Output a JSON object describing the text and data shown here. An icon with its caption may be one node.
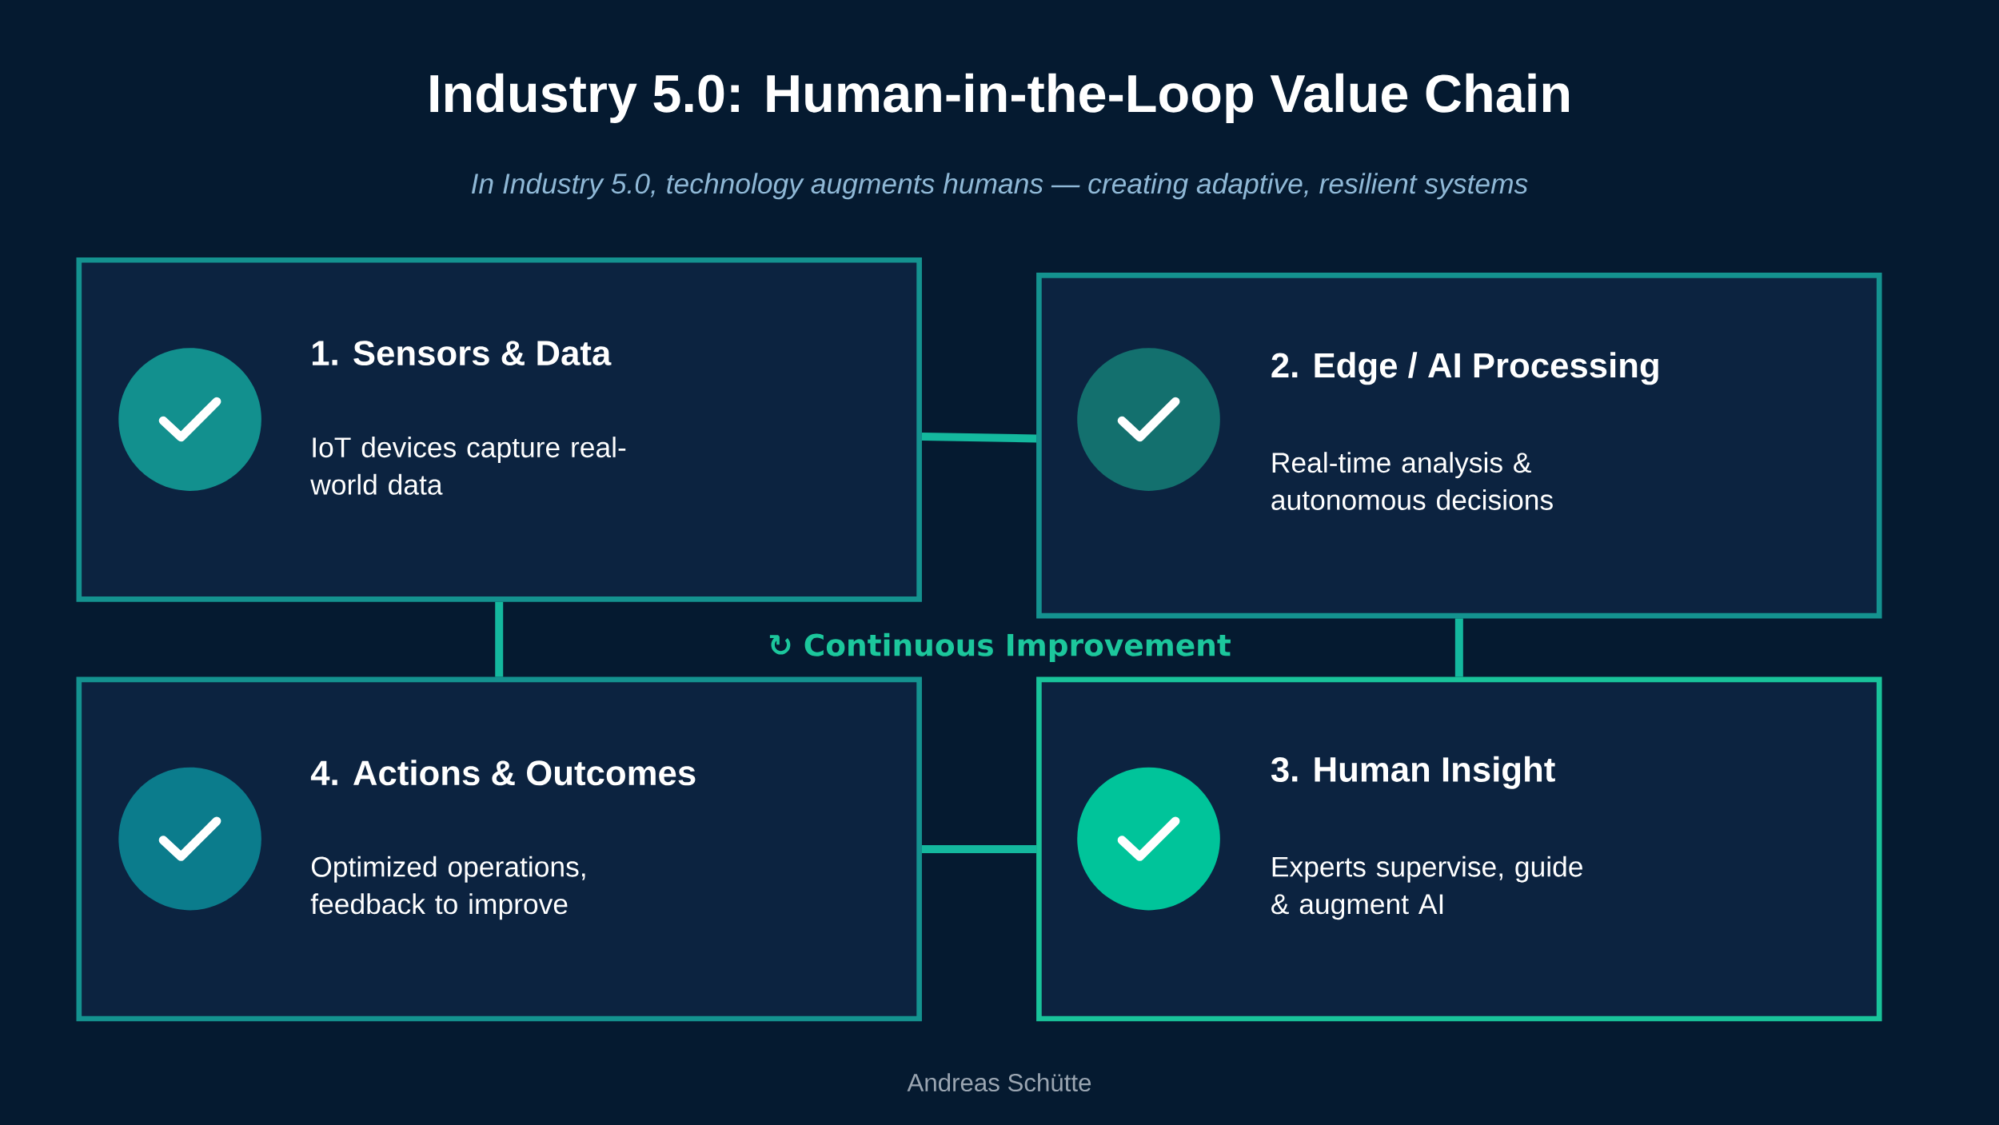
{
  "diagram": {
    "title": "Industry 5.0: Human-in-the-Loop Value Chain",
    "caption": "In Industry 5.0, technology augments humans — creating adaptive, resilient systems",
    "nodes": [
      {
        "text": [
          "1. Sensors & Data",
          "IoT devices capture real-world data"
        ]
      },
      {
        "text": [
          "2. Edge / AI Processing",
          "Real-time analysis & autonomous decisions"
        ]
      },
      {
        "text": [
          "4. Actions & Outcomes",
          "Optimized operations, feedback to improve"
        ]
      },
      {
        "text": [
          "3. Human Insight",
          "Experts supervise, guide & augment AI"
        ]
      }
    ],
    "edges": [
      {
        "from": 0,
        "to": 1,
        "arrow": "none"
      },
      {
        "from": 1,
        "to": 3,
        "arrow": "none"
      },
      {
        "from": 3,
        "to": 2,
        "arrow": "none"
      },
      {
        "from": 0,
        "to": 2,
        "arrow": "none"
      }
    ],
    "labels": [
      "↻ Continuous Improvement",
      "Andreas Schütte"
    ]
  }
}
